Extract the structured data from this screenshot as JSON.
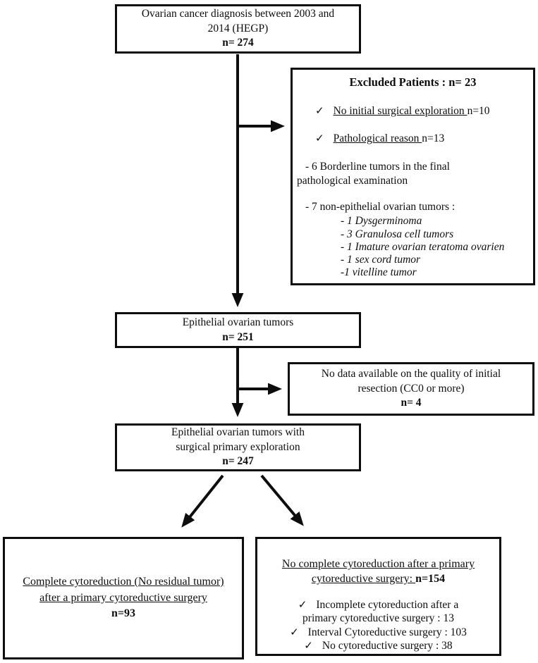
{
  "colors": {
    "ink": "#0d0d0d",
    "background": "#ffffff"
  },
  "flowchart": {
    "top_box": {
      "lines": [
        "Ovarian cancer diagnosis between 2003 and",
        "2014 (HEGP)"
      ],
      "n": "n= 274"
    },
    "excluded_box": {
      "title": "Excluded Patients : n= 23",
      "items": [
        {
          "icon": "✓",
          "label": "No initial surgical exploration ",
          "n": "n=10"
        },
        {
          "icon": "✓",
          "label": "Pathological reason ",
          "n": "n=13"
        }
      ],
      "note1_lines": [
        "- 6 Borderline tumors in the final",
        "pathological examination"
      ],
      "note2": "- 7 non-epithelial ovarian tumors :",
      "tumor_list": [
        "- 1 Dysgerminoma",
        "- 3 Granulosa cell tumors",
        "- 1 Imature ovarian teratoma ovarien",
        "- 1 sex cord tumor",
        "-1 vitelline tumor"
      ]
    },
    "epithelial_box": {
      "line": "Epithelial ovarian tumors",
      "n": "n= 251"
    },
    "no_data_box": {
      "lines": [
        "No data available on the quality of initial",
        "resection (CC0 or more)"
      ],
      "n": "n= 4"
    },
    "surgical_box": {
      "lines": [
        "Epithelial ovarian tumors with",
        "surgical primary exploration"
      ],
      "n": "n= 247"
    },
    "complete_box": {
      "underline_lines": [
        "Complete cytoreduction (No residual tumor)",
        "after a primary cytoreductive surgery"
      ],
      "n": "n=93"
    },
    "no_complete_box": {
      "underline_line1": "No complete cytoreduction after a primary",
      "underline_line2": "cytoreductive surgery: ",
      "n": "n=154",
      "items": [
        {
          "icon": "✓",
          "lines": [
            "Incomplete cytoreduction after a",
            "primary cytoreductive surgery : 13"
          ]
        },
        {
          "icon": "✓",
          "lines": [
            "Interval Cytoreductive surgery : 103"
          ]
        },
        {
          "icon": "✓",
          "lines": [
            "No cytoreductive surgery : 38"
          ]
        }
      ]
    }
  }
}
